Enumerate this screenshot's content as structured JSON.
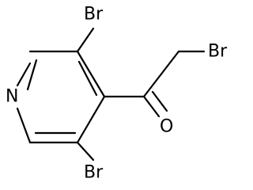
{
  "molecule": {
    "atoms": [
      {
        "id": "N1",
        "label": "N"
      },
      {
        "id": "Br_top",
        "label": "Br"
      },
      {
        "id": "Br_bottom",
        "label": "Br"
      },
      {
        "id": "Br_side",
        "label": "Br"
      },
      {
        "id": "O1",
        "label": "O"
      }
    ]
  }
}
